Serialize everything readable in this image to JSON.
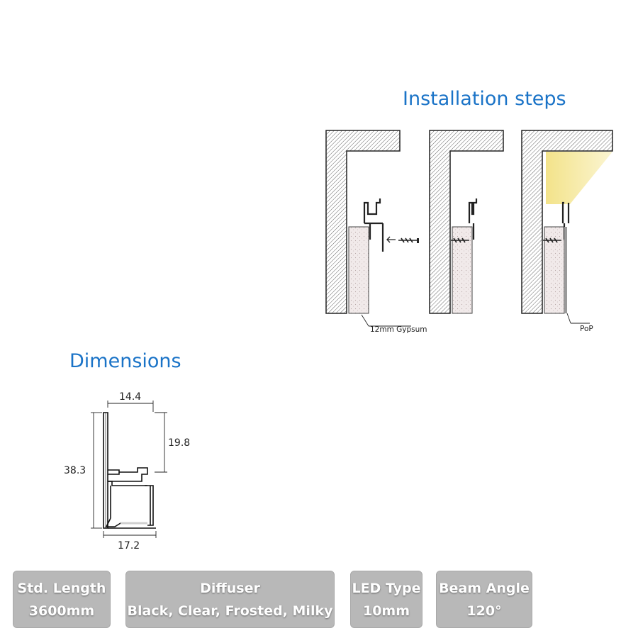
{
  "installation": {
    "heading": "Installation steps",
    "labels": {
      "gypsum": "12mm Gypsum",
      "pop": "PoP"
    }
  },
  "dimensions": {
    "heading": "Dimensions",
    "top_width": "14.4",
    "upper_height": "19.8",
    "total_height": "38.3",
    "bottom_width": "17.2"
  },
  "specs": [
    {
      "title": "Std. Length",
      "value": "3600mm"
    },
    {
      "title": "Diffuser",
      "value": "Black, Clear, Frosted, Milky"
    },
    {
      "title": "LED Type",
      "value": "10mm"
    },
    {
      "title": "Beam Angle",
      "value": "120°"
    }
  ],
  "colors": {
    "heading_blue": "#1a73c7",
    "card_grey": "#b8b8b8",
    "light_glow": "#f3e38a"
  }
}
